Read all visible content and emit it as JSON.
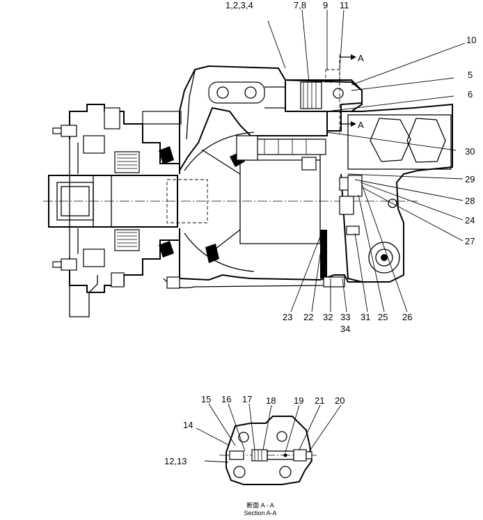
{
  "labels": {
    "l1234": "1,2,3,4",
    "l78": "7,8",
    "l9": "9",
    "l11": "11",
    "l10": "10",
    "l5": "5",
    "l6": "6",
    "l30": "30",
    "l29": "29",
    "l28": "28",
    "l24": "24",
    "l27": "27",
    "l23": "23",
    "l22": "22",
    "l32": "32",
    "l33": "33",
    "l34": "34",
    "l31": "31",
    "l25": "25",
    "l26": "26",
    "l15": "15",
    "l16": "16",
    "l17": "17",
    "l18": "18",
    "l19": "19",
    "l21": "21",
    "l20": "20",
    "l14": "14",
    "l1213": "12,13"
  },
  "section_marks": {
    "a_top": "A",
    "a_bottom": "A"
  },
  "caption": {
    "line1": "断面 A - A",
    "line2": "Section A-A"
  }
}
